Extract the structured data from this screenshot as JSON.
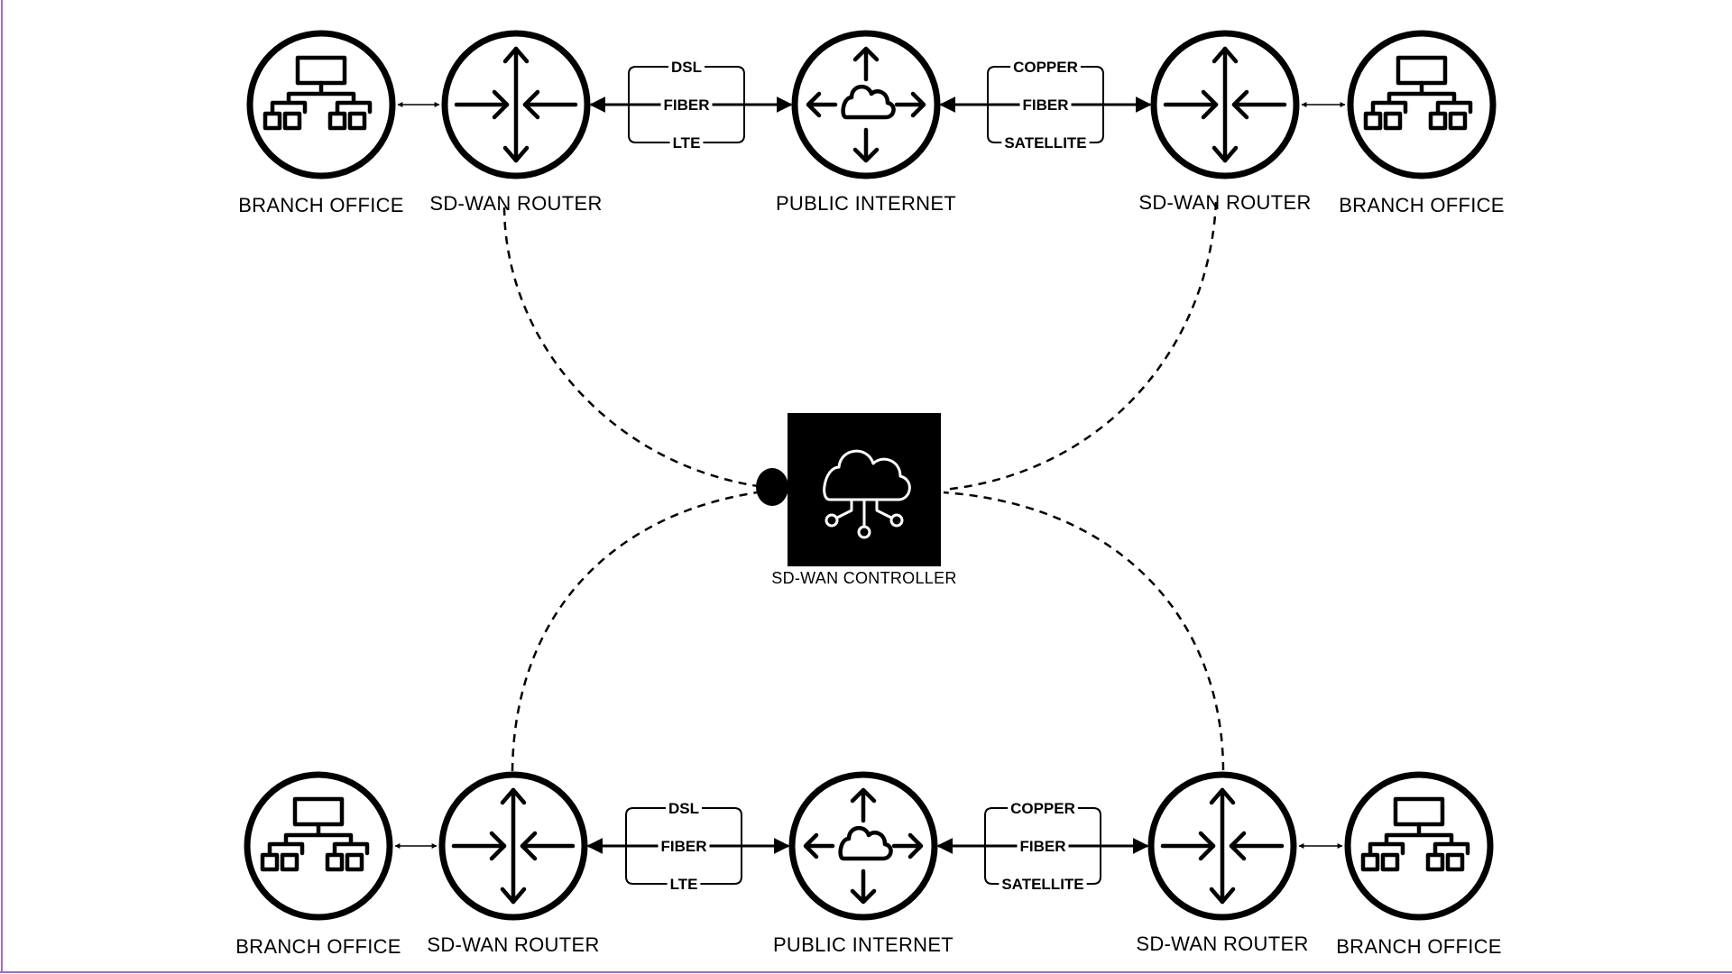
{
  "diagram": {
    "controller": {
      "label": "SD-WAN CONTROLLER",
      "icon": "cloud-network-icon"
    },
    "rows": [
      {
        "branch_left": "BRANCH OFFICE",
        "router_left": "SD-WAN ROUTER",
        "internet": "PUBLIC INTERNET",
        "router_right": "SD-WAN ROUTER",
        "branch_right": "BRANCH OFFICE",
        "links_left": [
          "DSL",
          "FIBER",
          "LTE"
        ],
        "links_right": [
          "COPPER",
          "FIBER",
          "SATELLITE"
        ]
      },
      {
        "branch_left": "BRANCH OFFICE",
        "router_left": "SD-WAN ROUTER",
        "internet": "PUBLIC INTERNET",
        "router_right": "SD-WAN ROUTER",
        "branch_right": "BRANCH OFFICE",
        "links_left": [
          "DSL",
          "FIBER",
          "LTE"
        ],
        "links_right": [
          "COPPER",
          "FIBER",
          "SATELLITE"
        ]
      }
    ]
  },
  "colors": {
    "stroke": "#000000",
    "frame": "#9b6bd6",
    "background": "#ffffff"
  }
}
